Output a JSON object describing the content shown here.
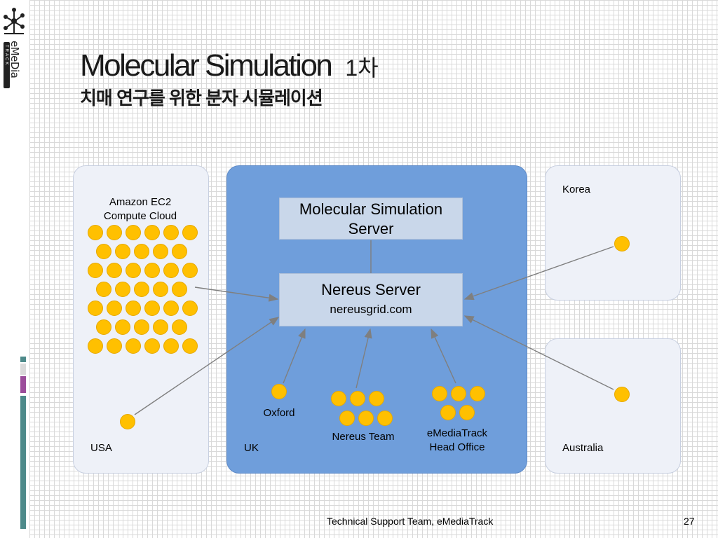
{
  "header": {
    "title": "Molecular Simulation",
    "title_suffix": "1차",
    "subtitle": "치매 연구를 위한 분자 시뮬레이션"
  },
  "logo": {
    "brand": "eMeDia",
    "track": "TRACK"
  },
  "colors": {
    "uk_region": "#6f9edb",
    "outer_region": "#eef1f8",
    "server_box": "#c9d7ea",
    "node": "#ffc000",
    "deco_teal": "#4e8a8a",
    "deco_purple": "#9b4d9a"
  },
  "diagram": {
    "regions": {
      "usa": "USA",
      "uk": "UK",
      "korea": "Korea",
      "australia": "Australia"
    },
    "amazon": {
      "line1": "Amazon EC2",
      "line2": "Compute Cloud"
    },
    "molecular_server": {
      "line1": "Molecular Simulation",
      "line2": "Server"
    },
    "nereus_server": {
      "name": "Nereus Server",
      "url": "nereusgrid.com"
    },
    "nodes": {
      "oxford": "Oxford",
      "nereus_team": "Nereus Team",
      "emediatrack_line1": "eMediaTrack",
      "emediatrack_line2": "Head Office"
    }
  },
  "footer": {
    "text": "Technical Support Team, eMediaTrack",
    "page_number": "27"
  }
}
